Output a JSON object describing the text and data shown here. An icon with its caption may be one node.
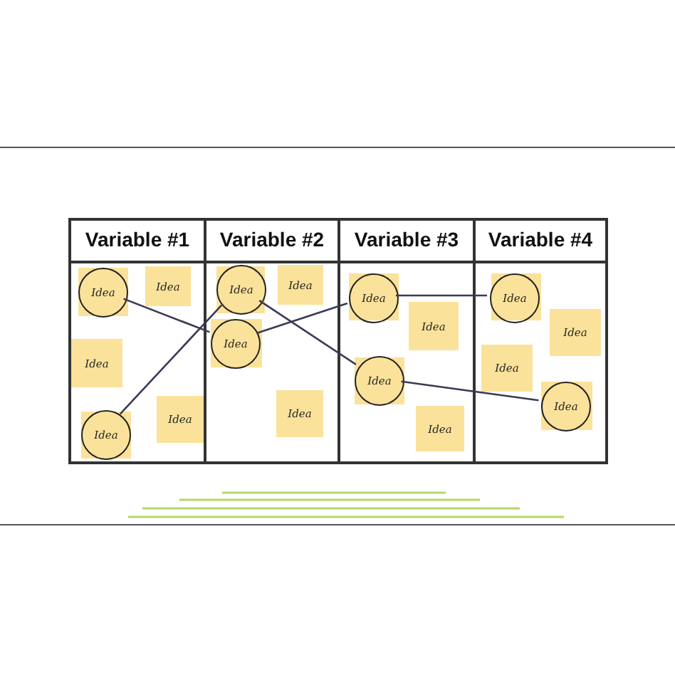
{
  "diagram": {
    "nodes": [
      {
        "text": [
          "Variable #1"
        ]
      },
      {
        "text": [
          "Variable #2"
        ]
      },
      {
        "text": [
          "Variable #3"
        ]
      },
      {
        "text": [
          "Variable #4"
        ]
      },
      {
        "text": [],
        "shape": "box",
        "in": 0
      },
      {
        "text": [
          "Idea"
        ],
        "in": 4
      },
      {
        "text": [
          "Idea"
        ],
        "in": 0
      },
      {
        "text": [
          "Idea"
        ],
        "in": 0
      },
      {
        "text": [
          "Idea"
        ],
        "in": 0
      },
      {
        "text": [],
        "shape": "box",
        "in": 0
      },
      {
        "text": [
          "Idea"
        ],
        "in": 9
      },
      {
        "text": [],
        "shape": "box",
        "in": 1
      },
      {
        "text": [
          "Idea"
        ],
        "in": 11
      },
      {
        "text": [
          "Idea"
        ],
        "in": 1
      },
      {
        "text": [],
        "shape": "box",
        "in": 1
      },
      {
        "text": [
          "Idea"
        ],
        "in": 14
      },
      {
        "text": [
          "Idea"
        ],
        "in": 1
      },
      {
        "text": [],
        "shape": "box",
        "in": 2
      },
      {
        "text": [
          "Idea"
        ],
        "in": 17
      },
      {
        "text": [
          "Idea"
        ],
        "in": 2
      },
      {
        "text": [],
        "shape": "box",
        "in": 2
      },
      {
        "text": [
          "Idea"
        ],
        "in": 20
      },
      {
        "text": [
          "Idea"
        ],
        "in": 2
      },
      {
        "text": [],
        "shape": "box",
        "in": 3
      },
      {
        "text": [
          "Idea"
        ],
        "in": 23
      },
      {
        "text": [
          "Idea"
        ],
        "in": 3
      },
      {
        "text": [
          "Idea"
        ],
        "in": 3
      },
      {
        "text": [],
        "shape": "box",
        "in": 3
      },
      {
        "text": [
          "Idea"
        ],
        "in": 27
      }
    ],
    "edges": [
      {
        "from": 5,
        "to": 15,
        "arrow": "none"
      },
      {
        "from": 10,
        "to": 12,
        "arrow": "none"
      },
      {
        "from": 12,
        "to": 21,
        "arrow": "none"
      },
      {
        "from": 15,
        "to": 18,
        "arrow": "none"
      },
      {
        "from": 18,
        "to": 24,
        "arrow": "none"
      },
      {
        "from": 21,
        "to": 28,
        "arrow": "none"
      }
    ]
  }
}
